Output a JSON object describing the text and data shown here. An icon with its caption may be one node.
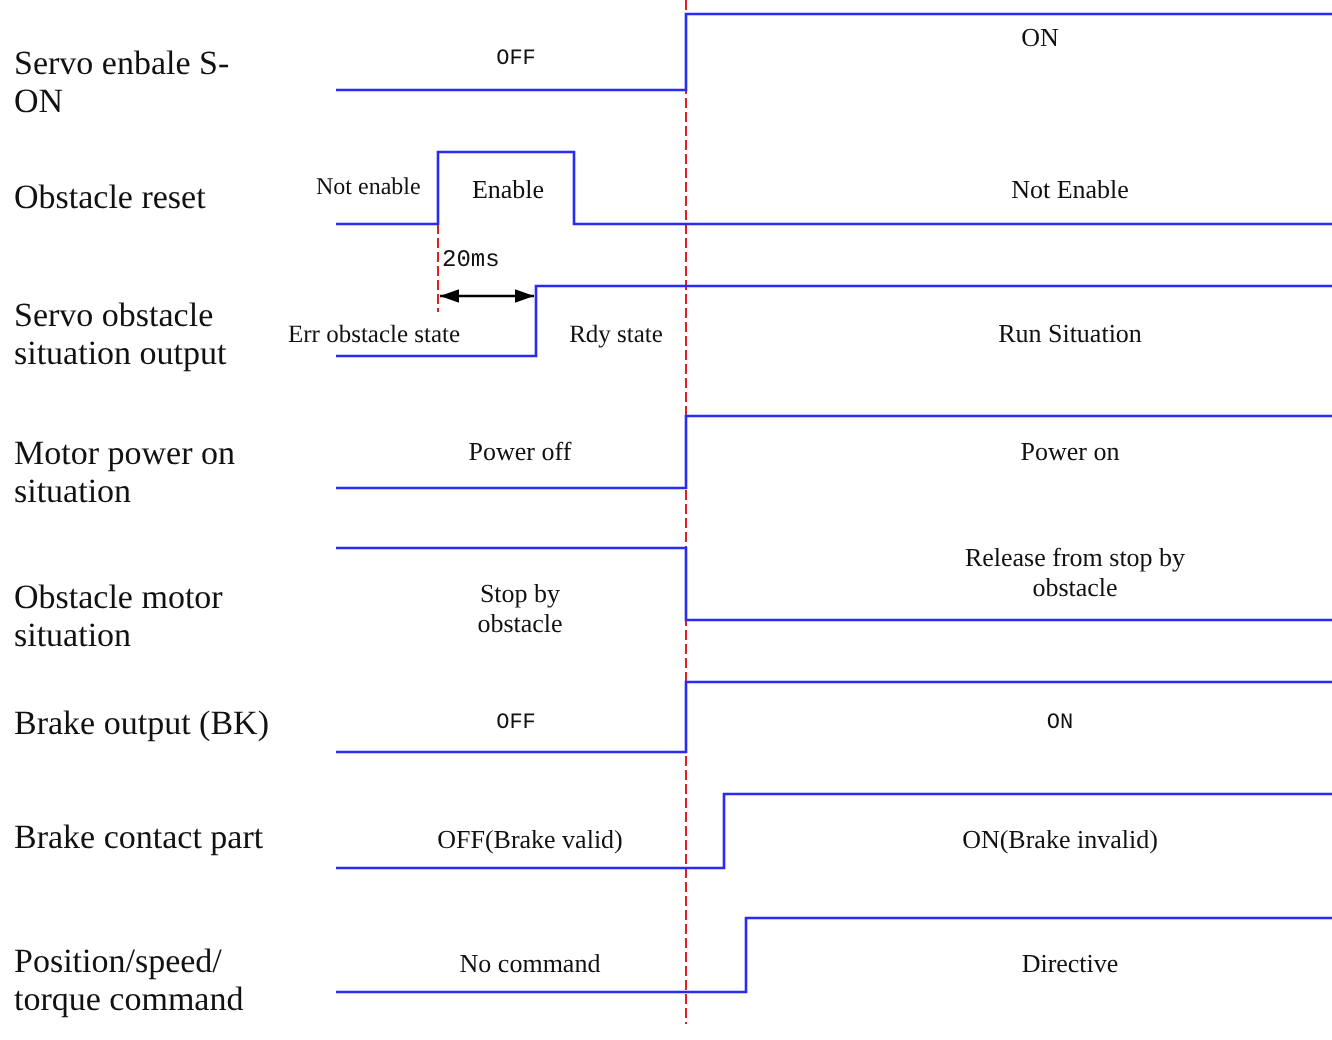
{
  "diagram": {
    "labels": [
      "Servo enbale S-ON",
      "OFF",
      "ON",
      "Obstacle reset",
      "Not enable",
      "Enable",
      "Not Enable",
      "20ms",
      "Servo obstacle situation output",
      "Err obstacle state",
      "Rdy state",
      "Run Situation",
      "Motor power on situation",
      "Power off",
      "Power on",
      "Obstacle motor situation",
      "Stop by obstacle",
      "Release from stop by obstacle",
      "Brake output (BK)",
      "OFF",
      "ON",
      "Brake contact part",
      "OFF(Brake valid)",
      "ON(Brake invalid)",
      "Position/speed/ torque command",
      "No command",
      "Directive"
    ]
  }
}
